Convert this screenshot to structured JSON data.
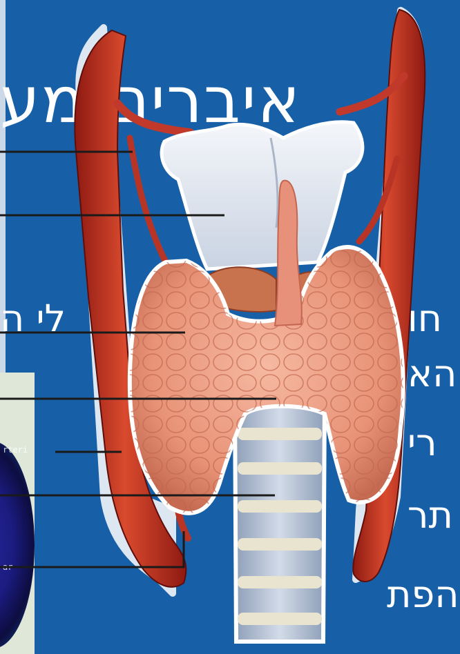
{
  "slide": {
    "title_fragment": "איברים מע",
    "left_word": "לי ה",
    "right_words": [
      "חו",
      "הא",
      "רי",
      "תר",
      "הפת"
    ],
    "panel_labels": [
      "rteri",
      "ar"
    ]
  },
  "figure": {
    "subject": "thyroid-gland-anatomy",
    "leader_lines": 7
  }
}
